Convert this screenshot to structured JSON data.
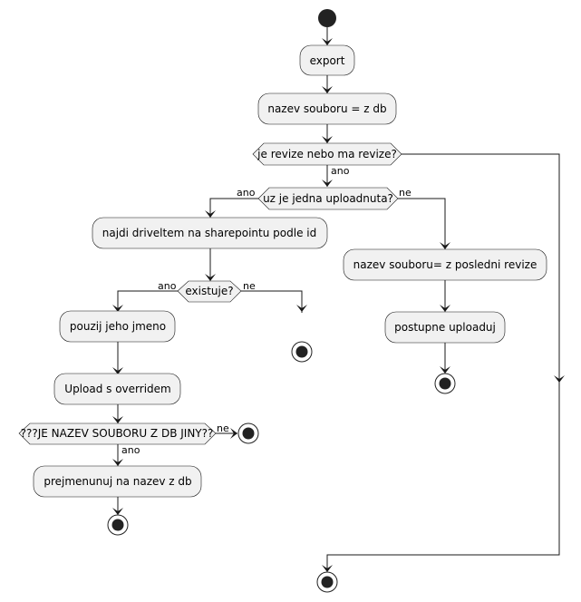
{
  "diagram": {
    "type": "activity",
    "actions": {
      "export": "export",
      "nazev_db": "nazev souboru = z db",
      "najdi": "najdi driveltem na sharepointu podle id",
      "pouzij": "pouzij jeho jmeno",
      "upload": "Upload s overridem",
      "prejmenuj": "prejmenunuj na nazev z db",
      "nazev_revize": "nazev souboru= z posledni revize",
      "postupne": "postupne uploaduj"
    },
    "decisions": {
      "revize": "je revize nebo ma revize?",
      "uploadnuta": "uz je jedna uploadnuta?",
      "existuje": "existuje?",
      "jiny": "???JE NAZEV SOUBORU Z DB JINY??"
    },
    "guards": {
      "revize_yes": "ano",
      "uploadnuta_yes": "ano",
      "uploadnuta_no": "ne",
      "existuje_yes": "ano",
      "existuje_no": "ne",
      "jiny_no": "ne",
      "jiny_yes": "ano"
    }
  }
}
